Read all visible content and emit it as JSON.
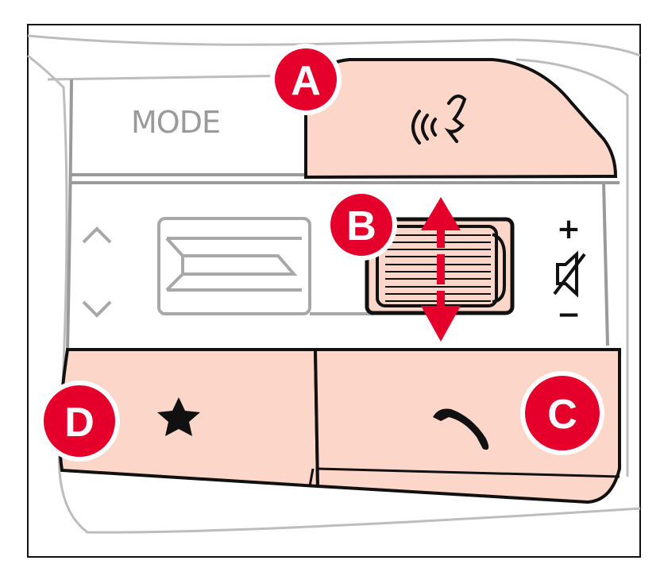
{
  "labels": {
    "a": "A",
    "b": "B",
    "c": "C",
    "d": "D"
  },
  "buttons": {
    "mode": "MODE",
    "volume_up": "+",
    "volume_down": "−"
  },
  "icons": {
    "voice": "voice-recognition-icon",
    "star": "star-icon",
    "phone": "phone-icon",
    "mute": "mute-icon",
    "up": "chevron-up-icon",
    "down": "chevron-down-icon"
  },
  "colors": {
    "highlight": "#fdd6ca",
    "marker": "#e4002b",
    "outline": "#111111",
    "gray": "#a8a8a8"
  }
}
